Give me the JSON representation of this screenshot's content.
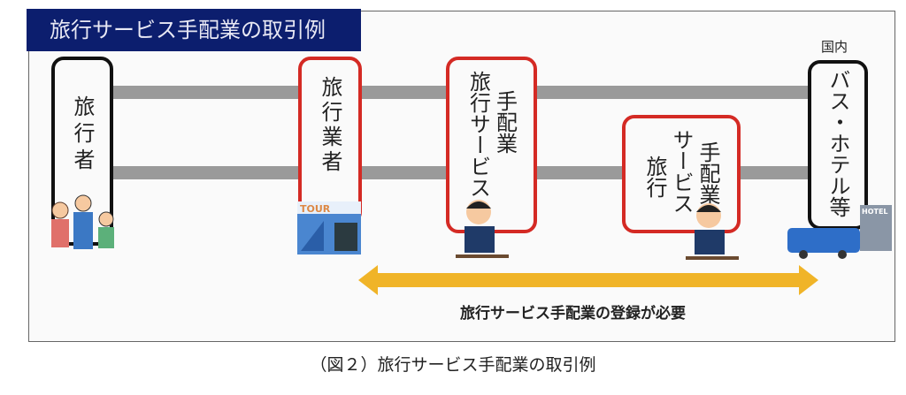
{
  "title": "旅行サービス手配業の取引例",
  "boxes": {
    "traveler": "旅行者",
    "agency": "旅行業者",
    "arranger1": "旅行サービス\n手配業",
    "arranger1_col1": "旅行サービス",
    "arranger1_col2": "手配業",
    "arranger2_col1": "旅行",
    "arranger2_col2": "サービス",
    "arranger2_col3": "手配業",
    "supplier": "バス・ホテル等",
    "supplier_label": "国内"
  },
  "icons": {
    "tour_sign": "TOUR",
    "hotel_sign": "HOTEL"
  },
  "arrow_label": "旅行サービス手配業の登録が必要",
  "caption": "（図２）旅行サービス手配業の取引例",
  "colors": {
    "title_bg": "#0c1e6e",
    "box_red": "#d42a24",
    "arrow": "#f0b428",
    "bar": "#9a9a9a"
  }
}
